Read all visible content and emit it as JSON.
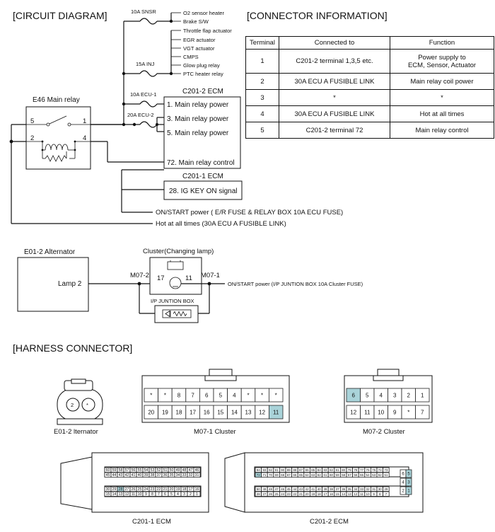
{
  "headings": {
    "circuit": "[CIRCUIT DIAGRAM]",
    "connector_info": "[CONNECTOR INFORMATION]",
    "harness": "[HARNESS CONNECTOR]"
  },
  "fuses": {
    "sensor": "10A  SNSR",
    "inj": "15A INJ",
    "ecu1": "10A ECU-1",
    "ecu2": "20A ECU-2"
  },
  "loads": [
    "O2 sensor heater",
    "Brake S/W",
    "Throttle flap actuator",
    "EGR actuator",
    "VGT actuator",
    "CMPS",
    "Glow plug relay",
    "PTC heater relay"
  ],
  "relay": {
    "title": "E46 Main relay",
    "pins": [
      "5",
      "1",
      "2",
      "4"
    ]
  },
  "ecu2": {
    "title": "C201-2 ECM",
    "pins": [
      "1. Main relay power",
      "3. Main relay power",
      "5. Main relay power",
      "72. Main relay control"
    ]
  },
  "ecu1": {
    "title": "C201-1 ECM",
    "pin": "28. IG KEY ON signal"
  },
  "power_lines": {
    "on_start": "ON/START power ( E/R FUSE & RELAY BOX 10A ECU FUSE)",
    "hot": "Hot at all times (30A ECU A FUSIBLE LINK)"
  },
  "connector_table": {
    "headers": [
      "Terminal",
      "Connected to",
      "Function"
    ],
    "rows": [
      [
        "1",
        "C201-2 terminal 1,3,5 etc.",
        "Power supply to\nECM, Sensor, Actuator"
      ],
      [
        "2",
        "30A ECU A FUSIBLE LINK",
        "Main relay coil power"
      ],
      [
        "3",
        "*",
        "*"
      ],
      [
        "4",
        "30A ECU A FUSIBLE LINK",
        "Hot at all times"
      ],
      [
        "5",
        "C201-2 terminal 72",
        "Main relay control"
      ]
    ]
  },
  "alternator": {
    "title": "E01-2 Alternator",
    "pin": "Lamp 2"
  },
  "cluster": {
    "title": "Cluster(Changing lamp)",
    "pin_left": "17",
    "pin_right": "11",
    "conn_left": "M07-2",
    "conn_right": "M07-1",
    "power": "ON/START power (I/P JUNTION BOX 10A Cluster FUSE)",
    "junction": "I/P JUNTION BOX"
  },
  "harness": {
    "e01": {
      "label": "E01-2 lternator",
      "pins": [
        "2",
        "*"
      ]
    },
    "m07_1": {
      "label": "M07-1 Cluster",
      "top": [
        "*",
        "*",
        "8",
        "7",
        "6",
        "5",
        "4",
        "*",
        "*",
        "*"
      ],
      "bottom": [
        "20",
        "19",
        "18",
        "17",
        "16",
        "15",
        "14",
        "13",
        "12",
        "11"
      ]
    },
    "m07_2": {
      "label": "M07-2 Cluster",
      "top": [
        "6",
        "5",
        "4",
        "3",
        "2",
        "1"
      ],
      "bottom": [
        "12",
        "11",
        "10",
        "9",
        "*",
        "7"
      ]
    },
    "c201_1": {
      "label": "C201-1 ECM",
      "row1": [
        "60",
        "59",
        "58",
        "57",
        "56",
        "55",
        "54",
        "53",
        "52",
        "51",
        "50",
        "49",
        "48",
        "47",
        "46"
      ],
      "row2": [
        "45",
        "44",
        "43",
        "42",
        "41",
        "40",
        "39",
        "38",
        "37",
        "36",
        "35",
        "34",
        "33",
        "32",
        "31"
      ],
      "row3": [
        "30",
        "29",
        "28",
        "27",
        "26",
        "25",
        "24",
        "23",
        "22",
        "21",
        "20",
        "19",
        "18",
        "17",
        "16"
      ],
      "row4": [
        "15",
        "14",
        "13",
        "12",
        "11",
        "10",
        "9",
        "8",
        "7",
        "6",
        "5",
        "4",
        "3",
        "2",
        "1"
      ]
    },
    "c201_2": {
      "label": "C201-2 ECM",
      "row1": [
        "94",
        "93",
        "92",
        "91",
        "90",
        "89",
        "88",
        "87",
        "86",
        "85",
        "84",
        "83",
        "82",
        "81",
        "80",
        "79",
        "78",
        "77",
        "76",
        "75",
        "74",
        "73"
      ],
      "row2": [
        "72",
        "71",
        "70",
        "69",
        "68",
        "67",
        "66",
        "65",
        "64",
        "63",
        "62",
        "61",
        "60",
        "59",
        "58",
        "57",
        "56",
        "55",
        "54",
        "53",
        "52",
        "51"
      ],
      "row3": [
        "50",
        "49",
        "48",
        "47",
        "46",
        "45",
        "44",
        "43",
        "42",
        "41",
        "40",
        "39",
        "38",
        "37",
        "36",
        "35",
        "34",
        "33",
        "32",
        "31",
        "30",
        "29"
      ],
      "row4": [
        "28",
        "27",
        "26",
        "25",
        "24",
        "23",
        "22",
        "21",
        "20",
        "19",
        "18",
        "17",
        "16",
        "15",
        "14",
        "13",
        "12",
        "11",
        "10",
        "9",
        "8",
        "7"
      ],
      "side": [
        "6",
        "5",
        "4",
        "3",
        "2",
        "1"
      ]
    }
  }
}
